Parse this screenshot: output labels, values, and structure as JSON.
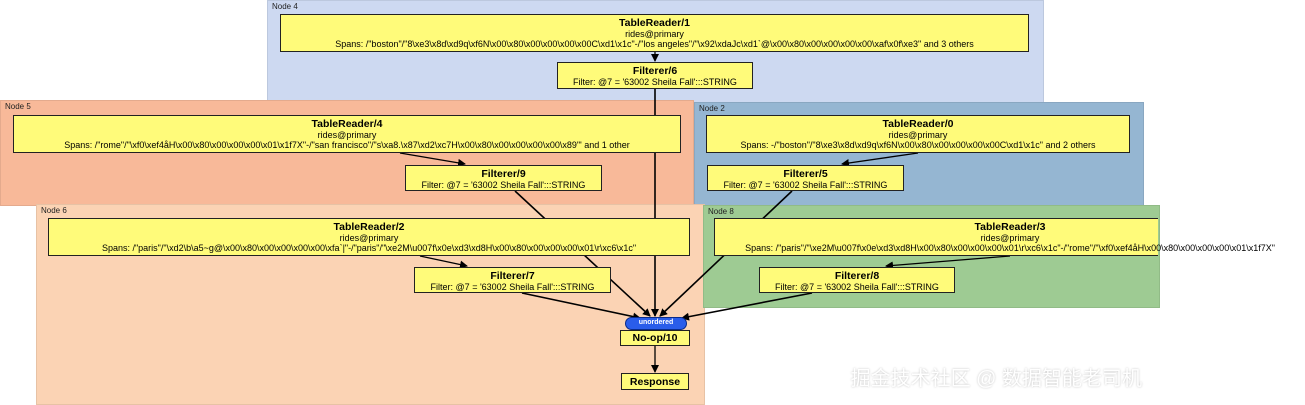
{
  "colors": {
    "node4_bg": "#cdd9f1",
    "node5_bg": "#f8b999",
    "node2_bg": "#95b6d2",
    "node6_bg": "#fbd3b4",
    "node8_bg": "#9ecb93",
    "box_fill": "#fffb7a",
    "unordered_fill": "#2a5dea"
  },
  "regions": {
    "node4": "Node 4",
    "node5": "Node 5",
    "node2": "Node 2",
    "node6": "Node 6",
    "node8": "Node 8"
  },
  "nodes": {
    "tr1": {
      "title": "TableReader/1",
      "sub": "rides@primary",
      "spans": "Spans: /\"boston\"/\"8\\xe3\\x8d\\xd9q\\xf6N\\x00\\x80\\x00\\x00\\x00\\x00C\\xd1\\x1c\"-/\"los angeles\"/\"\\x92\\xdaJc\\xd1`@\\x00\\x80\\x00\\x00\\x00\\x00\\xaf\\x0f\\xe3\" and 3 others"
    },
    "f6": {
      "title": "Filterer/6",
      "filter": "Filter: @7 = '63002 Sheila Fall':::STRING"
    },
    "tr4": {
      "title": "TableReader/4",
      "sub": "rides@primary",
      "spans": "Spans: /\"rome\"/\"\\xf0\\xef4åH\\x00\\x80\\x00\\x00\\x00\\x01\\x1f7X\"-/\"san francisco\"/\"s\\xa8.\\x87\\xd2\\xc7H\\x00\\x80\\x00\\x00\\x00\\x00\\x89'\" and 1 other"
    },
    "f9": {
      "title": "Filterer/9",
      "filter": "Filter: @7 = '63002 Sheila Fall':::STRING"
    },
    "tr0": {
      "title": "TableReader/0",
      "sub": "rides@primary",
      "spans": "Spans: -/\"boston\"/\"8\\xe3\\x8d\\xd9q\\xf6N\\x00\\x80\\x00\\x00\\x00\\x00C\\xd1\\x1c\" and 2 others"
    },
    "f5": {
      "title": "Filterer/5",
      "filter": "Filter: @7 = '63002 Sheila Fall':::STRING"
    },
    "tr2": {
      "title": "TableReader/2",
      "sub": "rides@primary",
      "spans": "Spans: /\"paris\"/\"\\xd2\\b\\a5~g@\\x00\\x80\\x00\\x00\\x00\\x00\\xfa`|\"-/\"paris\"/\"\\xe2M\\u007f\\x0e\\xd3\\xd8H\\x00\\x80\\x00\\x00\\x00\\x01\\r\\xc6\\x1c\""
    },
    "f7": {
      "title": "Filterer/7",
      "filter": "Filter: @7 = '63002 Sheila Fall':::STRING"
    },
    "tr3": {
      "title": "TableReader/3",
      "sub": "rides@primary",
      "spans": "Spans: /\"paris\"/\"\\xe2M\\u007f\\x0e\\xd3\\xd8H\\x00\\x80\\x00\\x00\\x00\\x01\\r\\xc6\\x1c\"-/\"rome\"/\"\\xf0\\xef4åH\\x00\\x80\\x00\\x00\\x00\\x01\\x1f7X\""
    },
    "f8": {
      "title": "Filterer/8",
      "filter": "Filter: @7 = '63002 Sheila Fall':::STRING"
    },
    "noop": {
      "title": "No-op/10",
      "badge": "unordered"
    },
    "resp": {
      "title": "Response"
    }
  },
  "watermark": "掘金技术社区 @ 数据智能老司机"
}
